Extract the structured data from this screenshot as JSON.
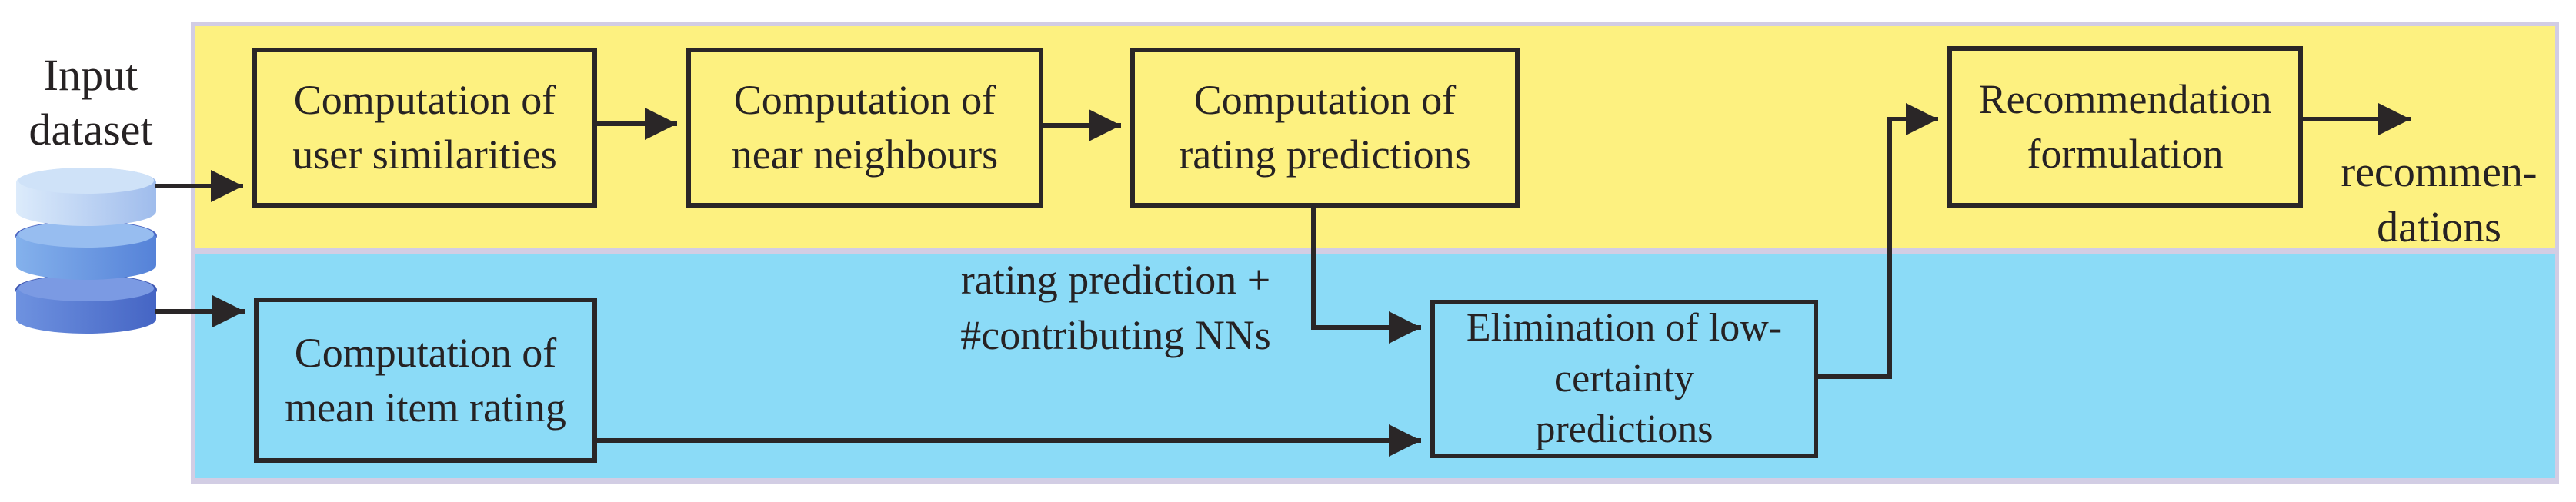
{
  "colors": {
    "band_yellow": "#fdf180",
    "band_blue": "#8bdbf7",
    "frame_lavender": "#d2cde4",
    "line_dark": "#2a2627",
    "db_disk_top_light": "#dcebfb",
    "db_disk_top_dark": "#9fbcec",
    "db_disk_mid_light": "#84b1ec",
    "db_disk_mid_dark": "#5582d8",
    "db_disk_bottom_light": "#6e92e0",
    "db_disk_bottom_dark": "#4565c4"
  },
  "input": {
    "label_line1": "Input",
    "label_line2": "dataset",
    "icon": "database-icon"
  },
  "top_band": {
    "boxes": [
      {
        "line1": "Computation of",
        "line2": "user similarities"
      },
      {
        "line1": "Computation of",
        "line2": "near neighbours"
      },
      {
        "line1": "Computation of",
        "line2": "rating predictions"
      },
      {
        "line1": "Recommendation",
        "line2": "formulation"
      }
    ],
    "output_label_line1": "recommen-",
    "output_label_line2": "dations"
  },
  "bottom_band": {
    "boxes": [
      {
        "line1": "Computation of",
        "line2": "mean item rating"
      },
      {
        "line1": "Elimination of low-",
        "line2": "certainty",
        "line3": "predictions"
      }
    ],
    "annotation_line1": "rating prediction +",
    "annotation_line2": "#contributing NNs"
  }
}
